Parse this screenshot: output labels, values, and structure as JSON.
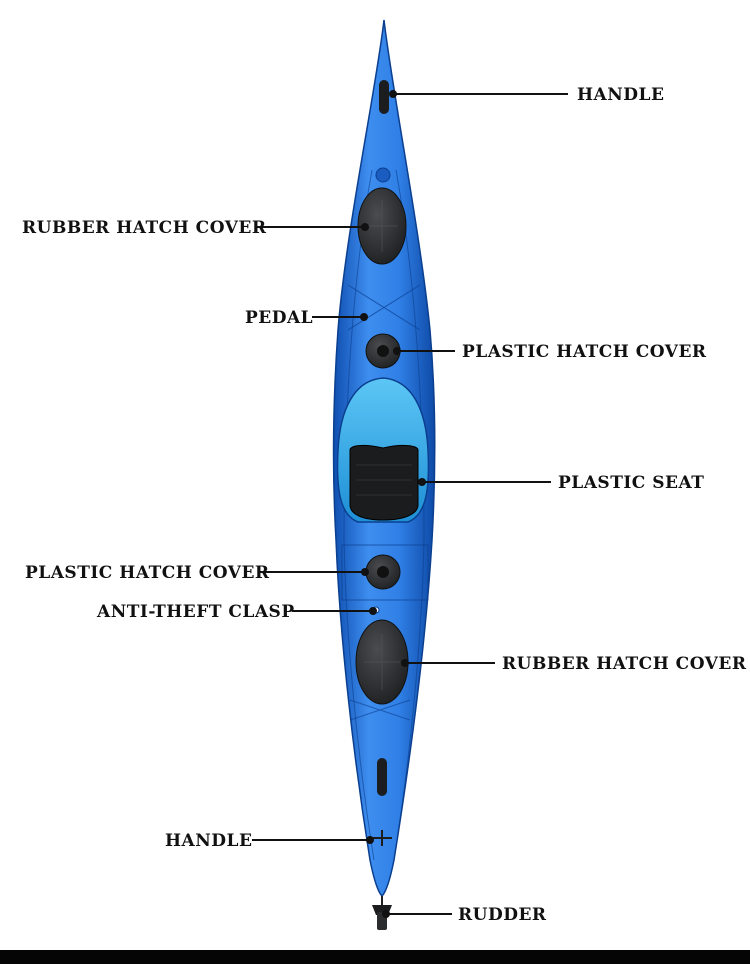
{
  "colors": {
    "hull": "#1f6fd8",
    "hull_light": "#3e8ef0",
    "hull_dark": "#0f4fb0",
    "cockpit": "#2aa8e8",
    "hatch": "#2b2d2f",
    "seat": "#1b1c1e",
    "line": "#111111",
    "background": "#ffffff"
  },
  "labels": {
    "handle_top": "HANDLE",
    "rubber_hatch_front": "RUBBER HATCH COVER",
    "pedal": "PEDAL",
    "plastic_hatch_front": "PLASTIC HATCH COVER",
    "plastic_seat": "PLASTIC SEAT",
    "plastic_hatch_rear": "PLASTIC HATCH COVER",
    "anti_theft_clasp": "ANTI-THEFT CLASP",
    "rubber_hatch_rear": "RUBBER HATCH COVER",
    "handle_bottom": "HANDLE",
    "rudder": "RUDDER"
  }
}
